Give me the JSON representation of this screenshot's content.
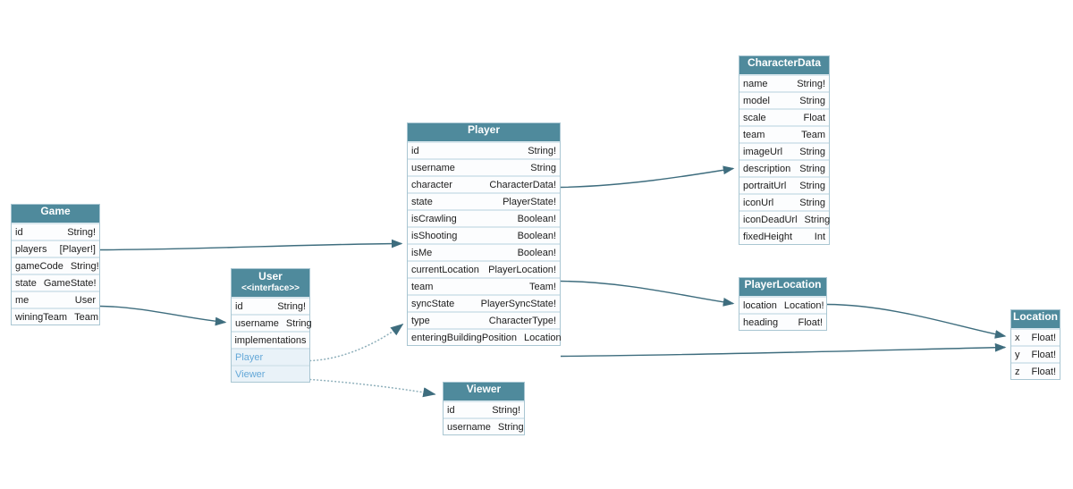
{
  "diagram": {
    "kind": "graphql-schema-entity-diagram",
    "colors": {
      "header_bg": "#4f8a9c",
      "header_text": "#ffffff",
      "link": "#64a8d8",
      "field_text": "#1c1c1c",
      "arrow": "#3e6d7e",
      "dotted_arrow": "#8fb0bb",
      "row_bg": "#fcfdfe",
      "impl_row_bg": "#e9f2f8",
      "row_border": "#d9e7ee",
      "table_border": "#a9c6d2",
      "canvas_bg": "#ffffff"
    },
    "tables": [
      {
        "id": "Game",
        "title": "Game",
        "rows": [
          {
            "name": "id",
            "type": [
              {
                "t": "String!",
                "link": false
              }
            ]
          },
          {
            "name": "players",
            "type": [
              {
                "t": "[",
                "link": false
              },
              {
                "t": "Player",
                "link": true
              },
              {
                "t": "!]",
                "link": false
              }
            ]
          },
          {
            "name": "gameCode",
            "type": [
              {
                "t": "String!",
                "link": false
              }
            ]
          },
          {
            "name": "state",
            "type": [
              {
                "t": "GameState!",
                "link": false
              }
            ]
          },
          {
            "name": "me",
            "type": [
              {
                "t": "User",
                "link": true
              }
            ]
          },
          {
            "name": "winingTeam",
            "type": [
              {
                "t": "Team",
                "link": false
              }
            ]
          }
        ]
      },
      {
        "id": "User",
        "title": "User",
        "subtitle": "<<interface>>",
        "rows": [
          {
            "name": "id",
            "type": [
              {
                "t": "String!",
                "link": false
              }
            ]
          },
          {
            "name": "username",
            "type": [
              {
                "t": "String",
                "link": false
              }
            ]
          },
          {
            "name": "implementations",
            "kind": "section"
          },
          {
            "name": "Player",
            "kind": "impl"
          },
          {
            "name": "Viewer",
            "kind": "impl"
          }
        ]
      },
      {
        "id": "Player",
        "title": "Player",
        "rows": [
          {
            "name": "id",
            "type": [
              {
                "t": "String!",
                "link": false
              }
            ]
          },
          {
            "name": "username",
            "type": [
              {
                "t": "String",
                "link": false
              }
            ]
          },
          {
            "name": "character",
            "type": [
              {
                "t": "CharacterData",
                "link": true
              },
              {
                "t": "!",
                "link": false
              }
            ]
          },
          {
            "name": "state",
            "type": [
              {
                "t": "PlayerState!",
                "link": false
              }
            ]
          },
          {
            "name": "isCrawling",
            "type": [
              {
                "t": "Boolean!",
                "link": false
              }
            ]
          },
          {
            "name": "isShooting",
            "type": [
              {
                "t": "Boolean!",
                "link": false
              }
            ]
          },
          {
            "name": "isMe",
            "type": [
              {
                "t": "Boolean!",
                "link": false
              }
            ]
          },
          {
            "name": "currentLocation",
            "type": [
              {
                "t": "PlayerLocation",
                "link": true
              },
              {
                "t": "!",
                "link": false
              }
            ]
          },
          {
            "name": "team",
            "type": [
              {
                "t": "Team!",
                "link": false
              }
            ]
          },
          {
            "name": "syncState",
            "type": [
              {
                "t": "PlayerSyncState!",
                "link": false
              }
            ]
          },
          {
            "name": "type",
            "type": [
              {
                "t": "CharacterType!",
                "link": false
              }
            ]
          },
          {
            "name": "enteringBuildingPosition",
            "type": [
              {
                "t": "Location",
                "link": true
              }
            ]
          }
        ]
      },
      {
        "id": "Viewer",
        "title": "Viewer",
        "rows": [
          {
            "name": "id",
            "type": [
              {
                "t": "String!",
                "link": false
              }
            ]
          },
          {
            "name": "username",
            "type": [
              {
                "t": "String",
                "link": false
              }
            ]
          }
        ]
      },
      {
        "id": "CharacterData",
        "title": "CharacterData",
        "rows": [
          {
            "name": "name",
            "type": [
              {
                "t": "String!",
                "link": false
              }
            ]
          },
          {
            "name": "model",
            "type": [
              {
                "t": "String",
                "link": false
              }
            ]
          },
          {
            "name": "scale",
            "type": [
              {
                "t": "Float",
                "link": false
              }
            ]
          },
          {
            "name": "team",
            "type": [
              {
                "t": "Team",
                "link": false
              }
            ]
          },
          {
            "name": "imageUrl",
            "type": [
              {
                "t": "String",
                "link": false
              }
            ]
          },
          {
            "name": "description",
            "type": [
              {
                "t": "String",
                "link": false
              }
            ]
          },
          {
            "name": "portraitUrl",
            "type": [
              {
                "t": "String",
                "link": false
              }
            ]
          },
          {
            "name": "iconUrl",
            "type": [
              {
                "t": "String",
                "link": false
              }
            ]
          },
          {
            "name": "iconDeadUrl",
            "type": [
              {
                "t": "String",
                "link": false
              }
            ]
          },
          {
            "name": "fixedHeight",
            "type": [
              {
                "t": "Int",
                "link": false
              }
            ]
          }
        ]
      },
      {
        "id": "PlayerLocation",
        "title": "PlayerLocation",
        "rows": [
          {
            "name": "location",
            "type": [
              {
                "t": "Location",
                "link": true
              },
              {
                "t": "!",
                "link": false
              }
            ]
          },
          {
            "name": "heading",
            "type": [
              {
                "t": "Float!",
                "link": false
              }
            ]
          }
        ]
      },
      {
        "id": "Location",
        "title": "Location",
        "rows": [
          {
            "name": "x",
            "type": [
              {
                "t": "Float!",
                "link": false
              }
            ]
          },
          {
            "name": "y",
            "type": [
              {
                "t": "Float!",
                "link": false
              }
            ]
          },
          {
            "name": "z",
            "type": [
              {
                "t": "Float!",
                "link": false
              }
            ]
          }
        ]
      }
    ],
    "edges": [
      {
        "id": "game-players-to-player",
        "from": "Game.players",
        "to": "Player",
        "style": "solid"
      },
      {
        "id": "game-me-to-user",
        "from": "Game.me",
        "to": "User",
        "style": "solid"
      },
      {
        "id": "player-character-to-characterdata",
        "from": "Player.character",
        "to": "CharacterData",
        "style": "solid"
      },
      {
        "id": "player-currentlocation-to-playerlocation",
        "from": "Player.currentLocation",
        "to": "PlayerLocation",
        "style": "solid"
      },
      {
        "id": "player-enteringbuildingposition-to-location",
        "from": "Player.enteringBuildingPosition",
        "to": "Location",
        "style": "solid"
      },
      {
        "id": "playerlocation-location-to-location",
        "from": "PlayerLocation.location",
        "to": "Location",
        "style": "solid"
      },
      {
        "id": "user-player-to-player",
        "from": "User.Player",
        "to": "Player",
        "style": "dotted"
      },
      {
        "id": "user-viewer-to-viewer",
        "from": "User.Viewer",
        "to": "Viewer",
        "style": "dotted"
      }
    ]
  }
}
